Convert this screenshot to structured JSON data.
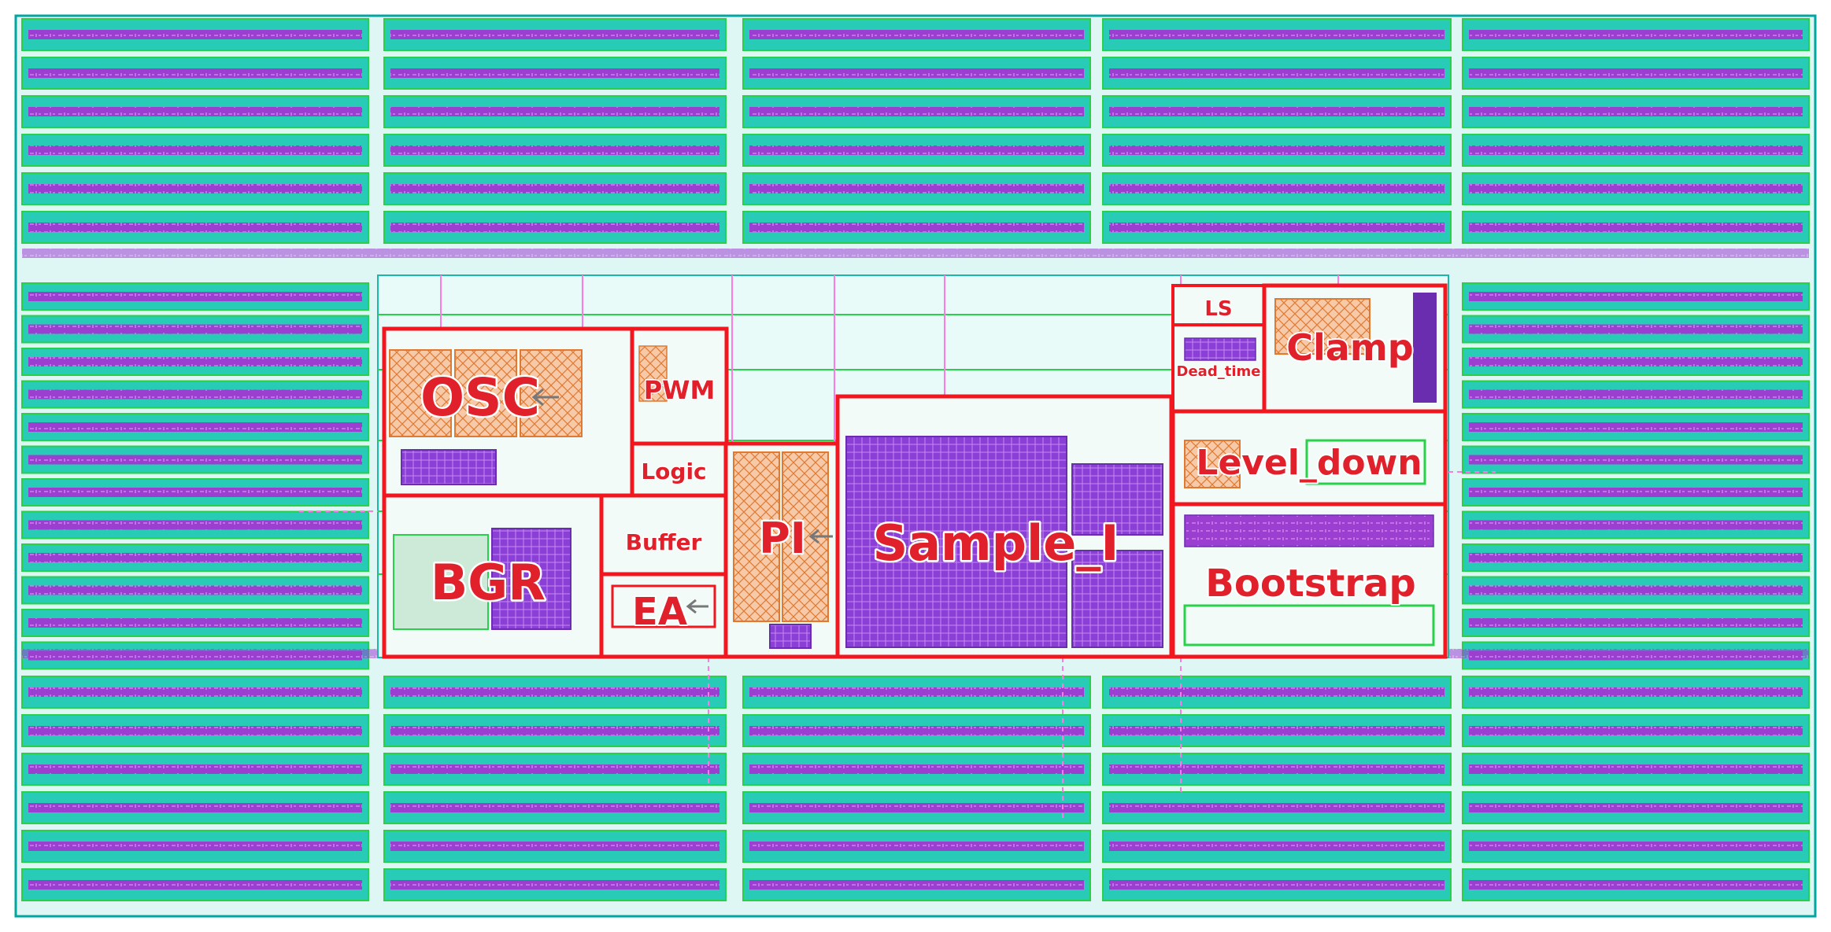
{
  "colors": {
    "background": "#ffffff",
    "array_fill": "#28cbb5",
    "array_border": "#00a6a0",
    "strip_fill": "#9b3fd1",
    "strip_text": "#d98cf2",
    "block_outline": "#f2161e",
    "hatch": "#e07a32",
    "hatch_fill": "#f6c9a8",
    "capacitor_fill": "#8a3fd6",
    "wire_green": "#29d14a",
    "wire_magenta": "#ff7ae6",
    "label": "#e0202a"
  },
  "blocks": {
    "osc": "OSC",
    "pwm": "PWM",
    "logic": "Logic",
    "bgr": "BGR",
    "buffer": "Buffer",
    "ea": "EA",
    "pi": "PI",
    "sample_i": "Sample_I",
    "ls": "LS",
    "dead_time": "Dead_time",
    "clamp": "Clamp",
    "level_down": "Level_down",
    "bootstrap": "Bootstrap"
  }
}
